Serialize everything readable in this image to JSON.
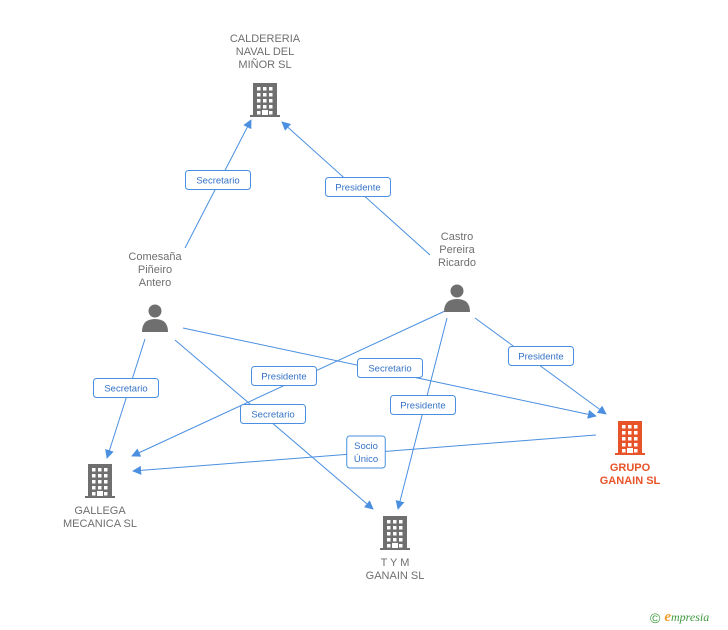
{
  "colors": {
    "edge": "#4a8fe0",
    "node": "#6f6f6f",
    "highlight": "#e8542a",
    "brand": "#3d9a3d"
  },
  "nodes": [
    {
      "id": "caldereria",
      "kind": "company",
      "label": [
        "CALDERERIA",
        "NAVAL DEL",
        "MIÑOR SL"
      ],
      "icon": "building-icon",
      "highlight": false
    },
    {
      "id": "comesana",
      "kind": "person",
      "label": [
        "Comesaña",
        "Piñeiro",
        "Antero"
      ],
      "icon": "person-icon",
      "highlight": false
    },
    {
      "id": "castro",
      "kind": "person",
      "label": [
        "Castro",
        "Pereira",
        "Ricardo"
      ],
      "icon": "person-icon",
      "highlight": false
    },
    {
      "id": "grupo",
      "kind": "company",
      "label": [
        "GRUPO",
        "GANAIN SL"
      ],
      "icon": "building-icon",
      "highlight": true
    },
    {
      "id": "gallega",
      "kind": "company",
      "label": [
        "GALLEGA",
        "MECANICA SL"
      ],
      "icon": "building-icon",
      "highlight": false
    },
    {
      "id": "tym",
      "kind": "company",
      "label": [
        "T Y M",
        "GANAIN SL"
      ],
      "icon": "building-icon",
      "highlight": false
    }
  ],
  "edges": [
    {
      "from": "comesana",
      "to": "caldereria",
      "label": [
        "Secretario"
      ]
    },
    {
      "from": "castro",
      "to": "caldereria",
      "label": [
        "Presidente"
      ]
    },
    {
      "from": "castro",
      "to": "grupo",
      "label": [
        "Presidente"
      ]
    },
    {
      "from": "comesana",
      "to": "grupo",
      "label": [
        "Secretario"
      ]
    },
    {
      "from": "castro",
      "to": "gallega",
      "label": [
        "Presidente"
      ]
    },
    {
      "from": "comesana",
      "to": "gallega",
      "label": [
        "Secretario"
      ]
    },
    {
      "from": "comesana",
      "to": "tym",
      "label": [
        "Secretario"
      ]
    },
    {
      "from": "castro",
      "to": "tym",
      "label": [
        "Presidente"
      ]
    },
    {
      "from": "grupo",
      "to": "gallega",
      "label": [
        "Socio",
        "Único"
      ]
    }
  ],
  "footer": {
    "copyright": "©",
    "brand_initial": "e",
    "brand_rest": "mpresia"
  }
}
